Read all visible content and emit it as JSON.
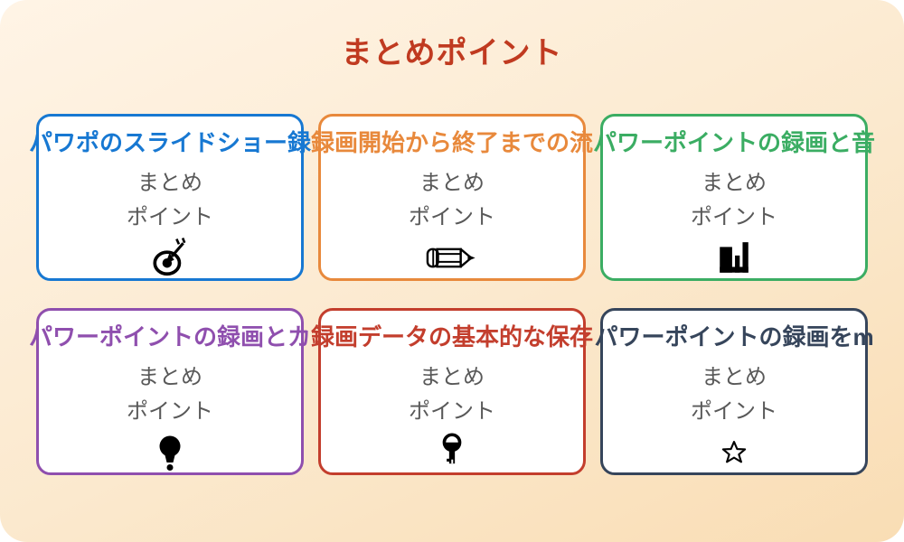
{
  "page": {
    "title": "まとめポイント",
    "title_color": "#C03A20",
    "background": {
      "top": "#FFF4E6",
      "bottom": "#F9DDB4"
    },
    "body_text_color": "#595959",
    "card_background": "#FFFFFF"
  },
  "cards": [
    {
      "title": "パワポのスライドショー録",
      "color": "#1778D2",
      "body": [
        "まとめ",
        "ポイント"
      ],
      "icon": "target-icon"
    },
    {
      "title": "録画開始から終了までの流",
      "color": "#E8893C",
      "body": [
        "まとめ",
        "ポイント"
      ],
      "icon": "pencil-icon"
    },
    {
      "title": "パワーポイントの録画と音",
      "color": "#3BAD63",
      "body": [
        "まとめ",
        "ポイント"
      ],
      "icon": "bar-chart-icon"
    },
    {
      "title": "パワーポイントの録画とカ",
      "color": "#8F4FAE",
      "body": [
        "まとめ",
        "ポイント"
      ],
      "icon": "lightbulb-icon"
    },
    {
      "title": "録画データの基本的な保存",
      "color": "#C33E2D",
      "body": [
        "まとめ",
        "ポイント"
      ],
      "icon": "key-icon"
    },
    {
      "title": "パワーポイントの録画をm",
      "color": "#36455B",
      "body": [
        "まとめ",
        "ポイント"
      ],
      "icon": "star-icon"
    }
  ]
}
